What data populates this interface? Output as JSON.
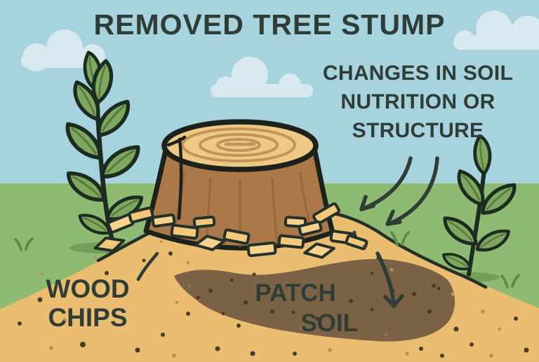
{
  "title": "REMOVED TREE STUMP",
  "labels": {
    "changes_in_soil": {
      "lines": [
        "CHANGES IN SOIL",
        "NUTRITION OR",
        "STRUCTURE"
      ]
    },
    "wood_chips": {
      "lines": [
        "WOOD",
        "CHIPS"
      ]
    },
    "patch_soil": {
      "lines": [
        "PATCH",
        "SOIL"
      ]
    }
  },
  "icons": {
    "changes_arrows": "two curved arrows pointing down-left from label to soil",
    "patch_soil_arrow": "curved arrow pointing down into dark soil patch",
    "wood_chips_leader": "short curved leader line from label to chips",
    "clouds": "three flat-bottom cartoon clouds",
    "plants": "two leafy seedlings flanking the stump"
  },
  "colors": {
    "sky": "#a6d3de",
    "cloud": "#d7e9ee",
    "grass": "#8fba71",
    "grass_shadow": "#6f9b53",
    "tuft": "#5f8c49",
    "sand": "#eabd70",
    "chip": "#f3c77c",
    "chip_light": "#f7d28d",
    "soil_patch": "#7c6245",
    "stump_side": "#ab7849",
    "stump_top": "#eec983",
    "stump_ring": "#c3945a",
    "stump_grain": "#8a5e33",
    "outline": "#24312a",
    "stump_outline": "#1d211b",
    "plant_outline": "#1c2c21",
    "leaf": "#7fa85e",
    "leaf_vein": "#557a41",
    "ink": "#2f3d36",
    "dot_dark": "#473d2b",
    "dot_light": "#bd9258",
    "patch_dot": "#4a3926",
    "patch_dot_light": "#96754e"
  }
}
